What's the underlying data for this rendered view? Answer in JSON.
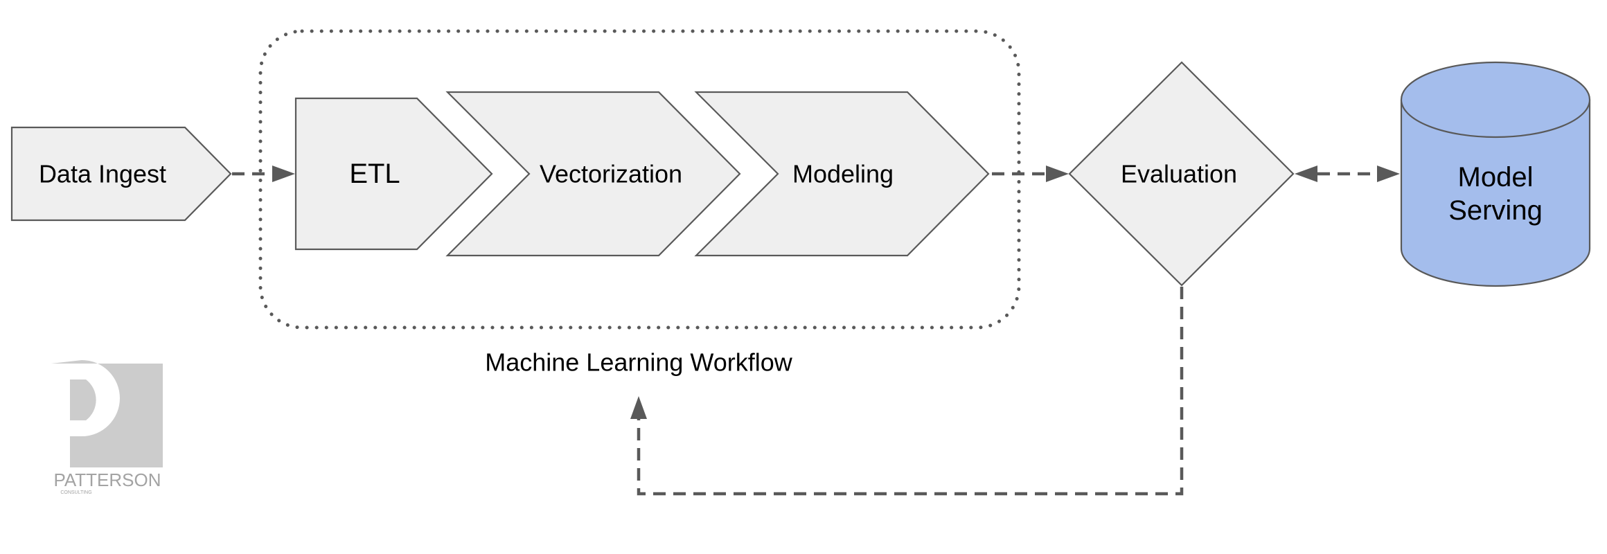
{
  "nodes": {
    "data_ingest": "Data Ingest",
    "etl": "ETL",
    "vectorization": "Vectorization",
    "modeling": "Modeling",
    "evaluation": "Evaluation",
    "model_serving_line1": "Model",
    "model_serving_line2": "Serving"
  },
  "group": {
    "label": "Machine Learning Workflow"
  },
  "logo": {
    "name": "PATTERSON",
    "tagline": "CONSULTING"
  },
  "colors": {
    "node_fill": "#efefef",
    "node_stroke": "#595959",
    "connector": "#595959",
    "database_fill": "#a4bdec",
    "logo": "#cccccc"
  }
}
